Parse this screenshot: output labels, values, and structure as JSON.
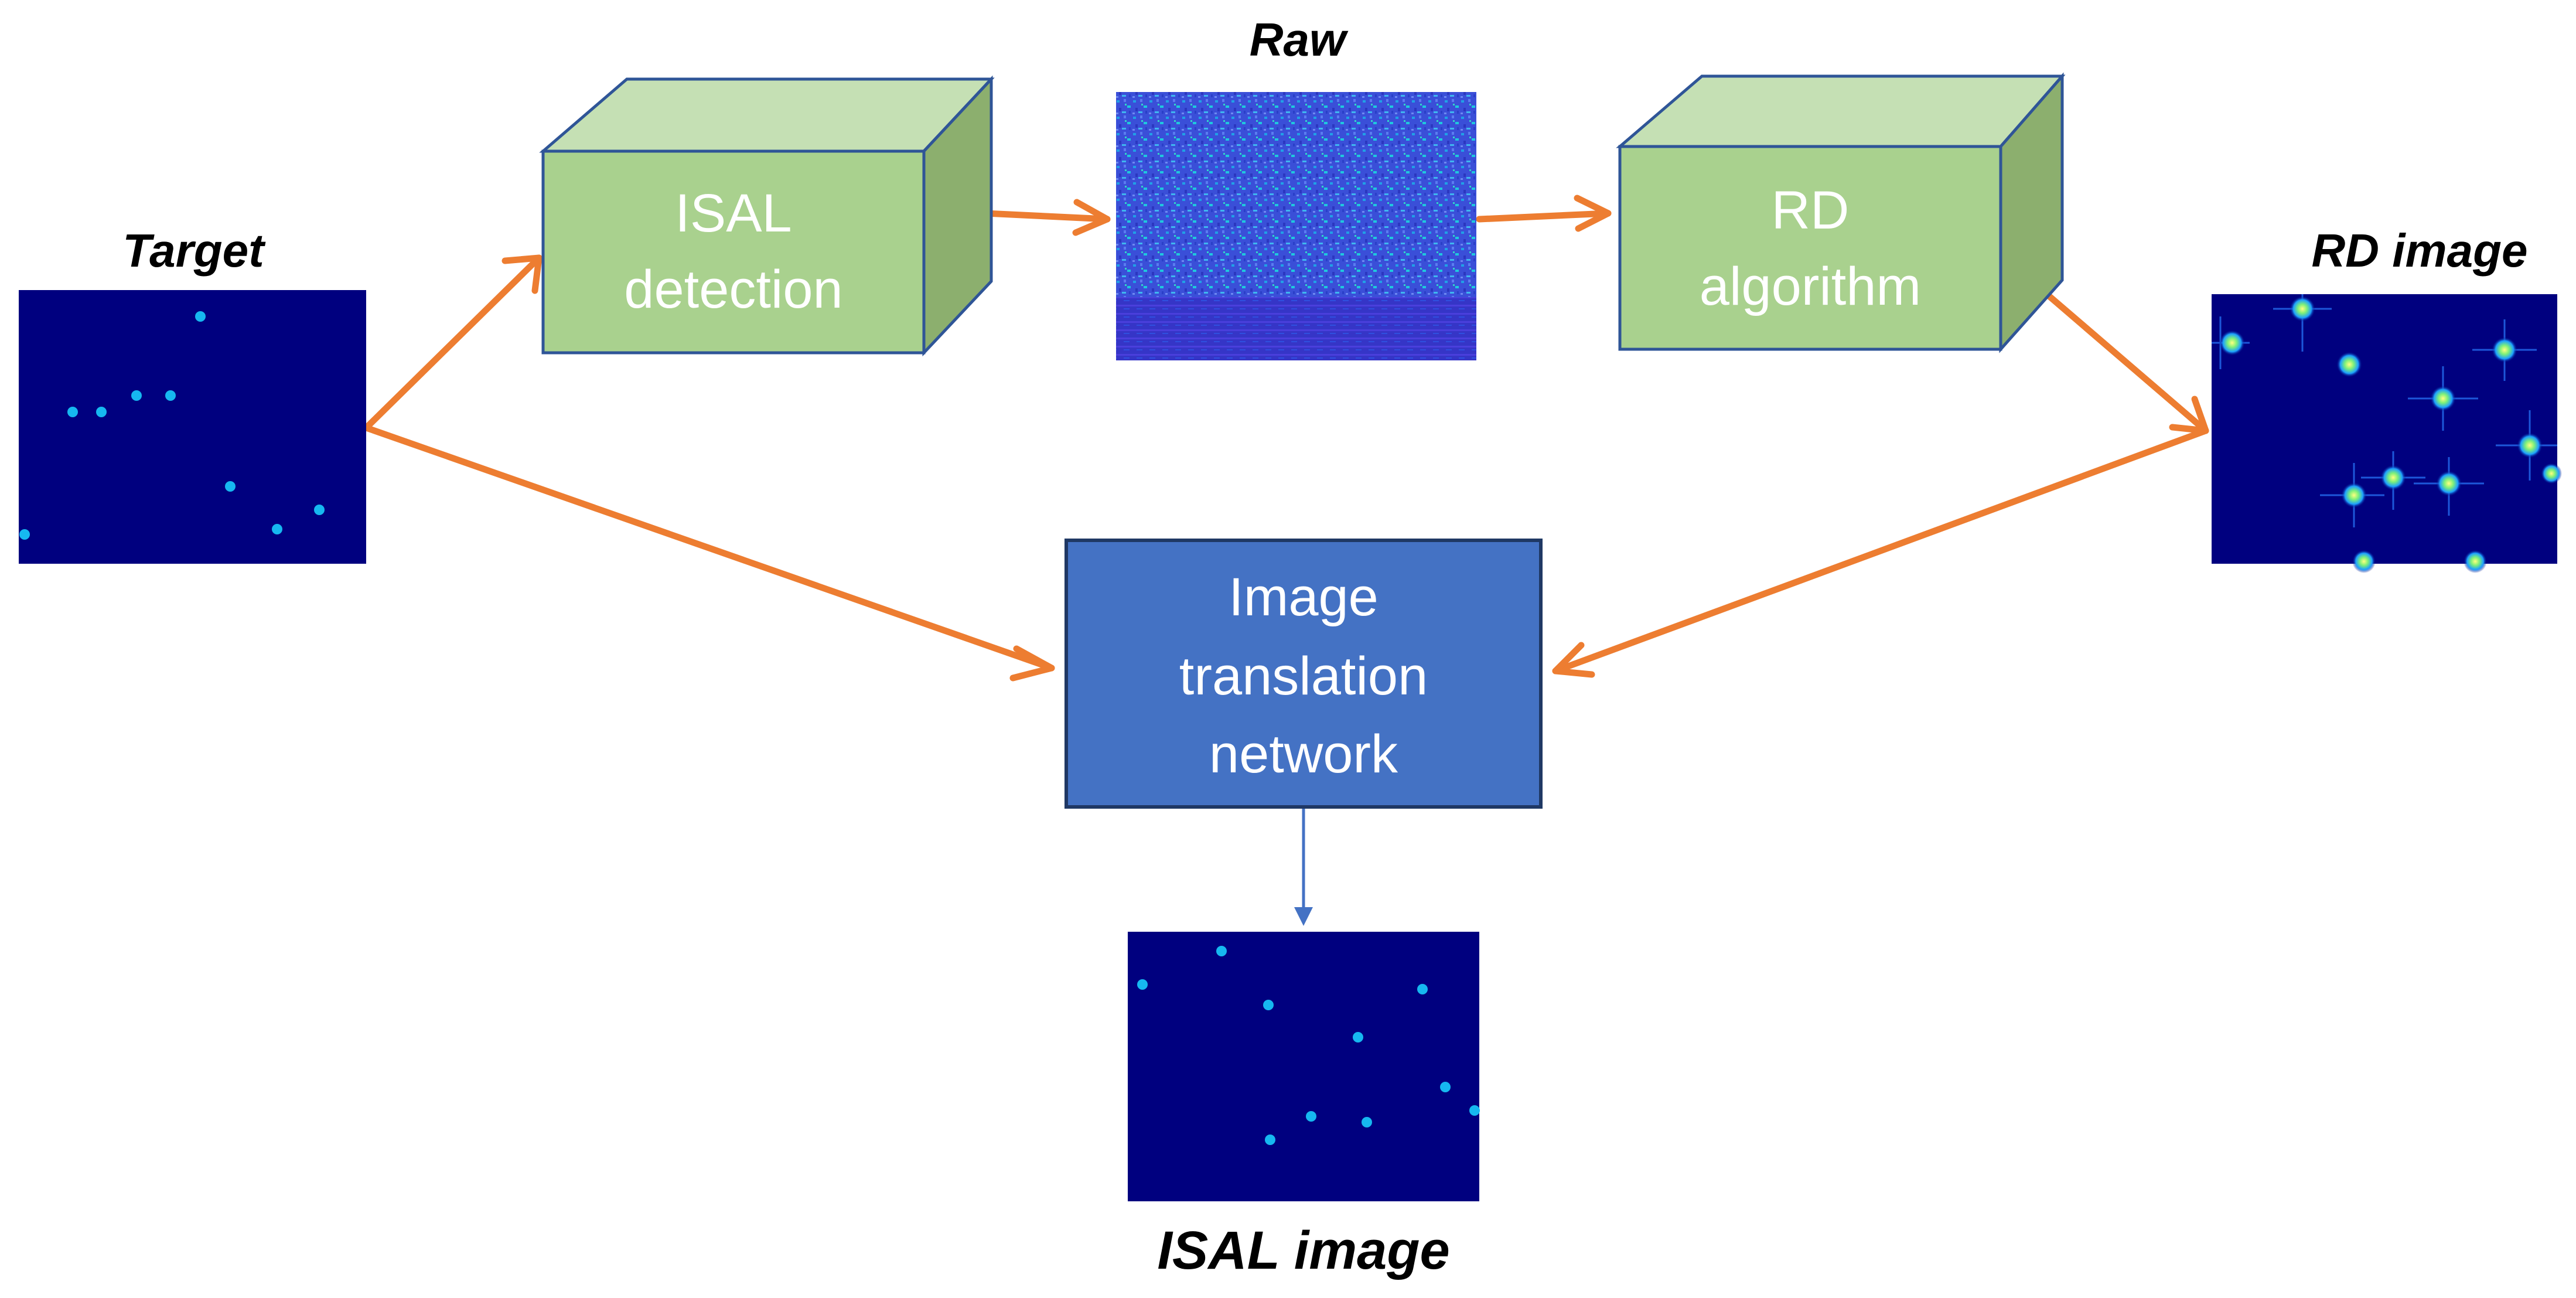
{
  "labels": {
    "target": "Target",
    "raw": "Raw",
    "rd_image": "RD image",
    "isal_image": "ISAL image"
  },
  "boxes": {
    "isal_detection": [
      "ISAL",
      "detection"
    ],
    "rd_algorithm": [
      "RD",
      "algorithm"
    ],
    "translation_network": [
      "Image",
      "translation",
      "network"
    ]
  },
  "colors": {
    "arrow": "#ED7D31",
    "thin_arrow": "#4472C4",
    "box_front": "#A9D18E",
    "box_top": "#C5E0B4",
    "box_side": "#8CAF6E",
    "box_border": "#2F5597",
    "network_box": "#4472C4",
    "image_bg": "#00007F",
    "dot": "#16B8F0"
  }
}
